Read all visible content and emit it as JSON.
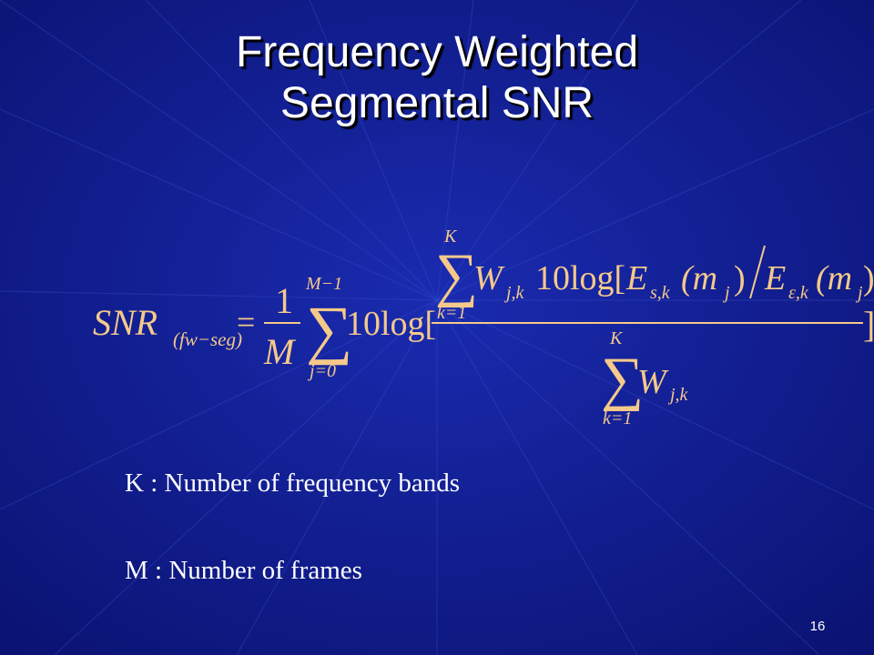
{
  "slide": {
    "title_line1": "Frequency Weighted",
    "title_line2": "Segmental SNR",
    "formula": {
      "lhs_main": "SNR",
      "lhs_sub": "(fw−seg)",
      "equals": "=",
      "frac_num": "1",
      "frac_den": "M",
      "sum_upper": "M−1",
      "sum_lower": "j=0",
      "log_text": "10log[",
      "inner_sum_upper": "K",
      "inner_sum_lower": "k=1",
      "weight": "W",
      "weight_sub": "j,k",
      "inner_log": "10log[",
      "energy": "E",
      "energy_sub_s": "s,k",
      "energy_sub_e": "ε,k",
      "arg_open": "(m",
      "arg_sub": "j",
      "arg_close": ")",
      "close_bracket": "]",
      "den_sum_upper": "K",
      "den_sum_lower": "k=1"
    },
    "definitions": [
      "K : Number of frequency bands",
      "M : Number of frames"
    ],
    "slide_number": "16"
  },
  "colors": {
    "background": "#101a8c",
    "title": "#ffffff",
    "formula": "#f5c98a",
    "text": "#ffffff"
  }
}
